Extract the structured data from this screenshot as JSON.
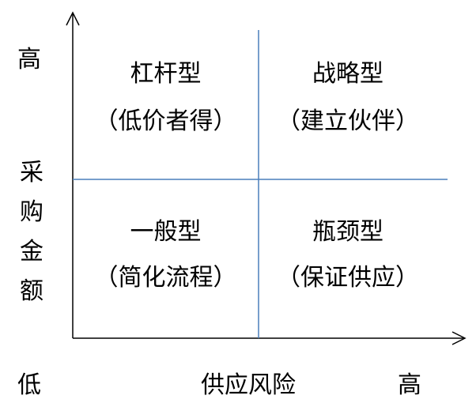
{
  "y_axis": {
    "label_chars": [
      "采",
      "购",
      "金",
      "额"
    ],
    "high_label": "高"
  },
  "x_axis": {
    "label": "供应风险",
    "low_label": "低",
    "high_label": "高"
  },
  "quadrants": {
    "top_left": {
      "title": "杠杆型",
      "subtitle": "（低价者得）"
    },
    "top_right": {
      "title": "战略型",
      "subtitle": "（建立伙伴）"
    },
    "bottom_left": {
      "title": "一般型",
      "subtitle": "（简化流程）"
    },
    "bottom_right": {
      "title": "瓶颈型",
      "subtitle": "（保证供应）"
    }
  },
  "colors": {
    "axis": "#000000",
    "divider": "#4A7EBB",
    "text": "#000000"
  }
}
